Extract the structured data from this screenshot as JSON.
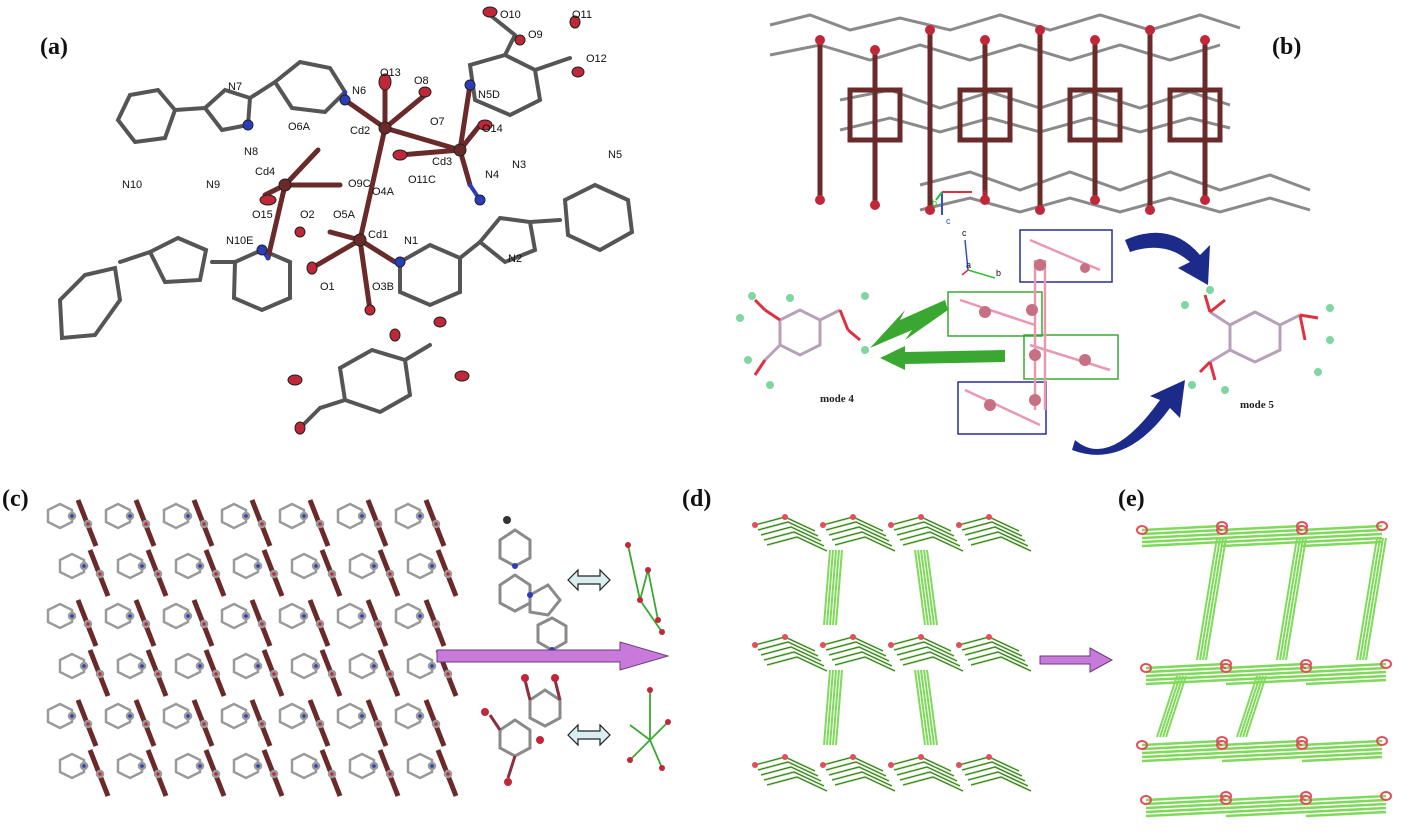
{
  "panels": {
    "a": "(a)",
    "b": "(b)",
    "c": "(c)",
    "d": "(d)",
    "e": "(e)"
  },
  "modes": {
    "mode4": "mode 4",
    "mode5": "mode 5"
  },
  "axes_b_top": {
    "a": "a",
    "b": "b",
    "c": "c"
  },
  "axes_b_mid": {
    "c": "c",
    "a": "a",
    "b": "b"
  },
  "atom_labels": [
    "N7",
    "N6",
    "O13",
    "O8",
    "N5D",
    "O10",
    "O9",
    "O11",
    "O12",
    "O6A",
    "Cd2",
    "O7",
    "O14",
    "N8",
    "Cd4",
    "Cd3",
    "N3",
    "N5",
    "N10",
    "N9",
    "O9C",
    "O11C",
    "N4",
    "O4A",
    "O15",
    "O2",
    "O5A",
    "N10E",
    "Cd1",
    "N1",
    "N2",
    "O1",
    "O3B"
  ],
  "colors": {
    "carbon": "#9a9a9a",
    "nitrogen": "#2b3db8",
    "oxygen": "#c0283a",
    "cadmium": "#6b2a2a",
    "net_green": "#7fd95a",
    "net_node": "#e0505a",
    "arrow_purple": "#c77ad9",
    "arrow_green": "#3aa830",
    "arrow_navy": "#1c2a8a",
    "box_green": "#3aa830",
    "box_blue": "#2a2a9a"
  },
  "icons": [
    "double-arrow-icon",
    "purple-arrow-icon",
    "green-arrow-icon",
    "curved-arrow-icon"
  ]
}
